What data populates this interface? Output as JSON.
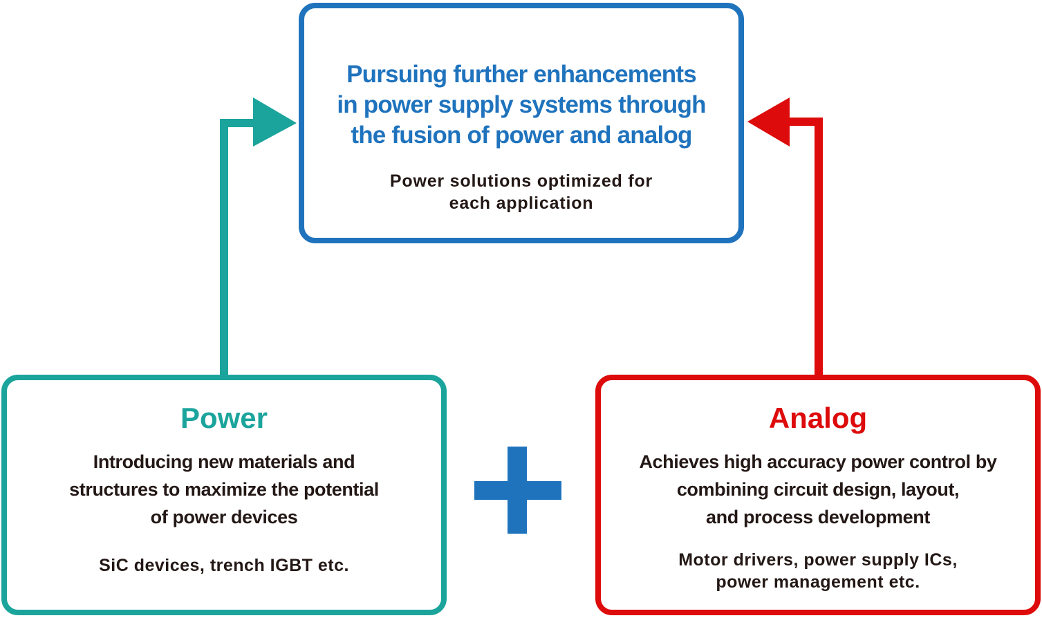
{
  "colors": {
    "outcome": "#1f73bd",
    "power": "#1ba49c",
    "analog": "#dd0b0b",
    "body_text": "#231815",
    "plus": "#1f73bd"
  },
  "outcome": {
    "heading": "Pursuing further enhancements\nin power supply systems through\nthe fusion of power and analog",
    "subheading": "Power solutions optimized for\neach application"
  },
  "power": {
    "title": "Power",
    "description": "Introducing new materials and\nstructures to maximize the potential\nof power devices",
    "examples": "SiC devices, trench IGBT etc."
  },
  "analog": {
    "title": "Analog",
    "description": "Achieves high accuracy power control by\ncombining circuit design, layout,\nand process development",
    "examples": "Motor drivers, power supply ICs,\npower management etc."
  },
  "icons": {
    "plus": "plus-icon",
    "power_arrow": "arrow-up-right-icon",
    "analog_arrow": "arrow-up-left-icon"
  }
}
